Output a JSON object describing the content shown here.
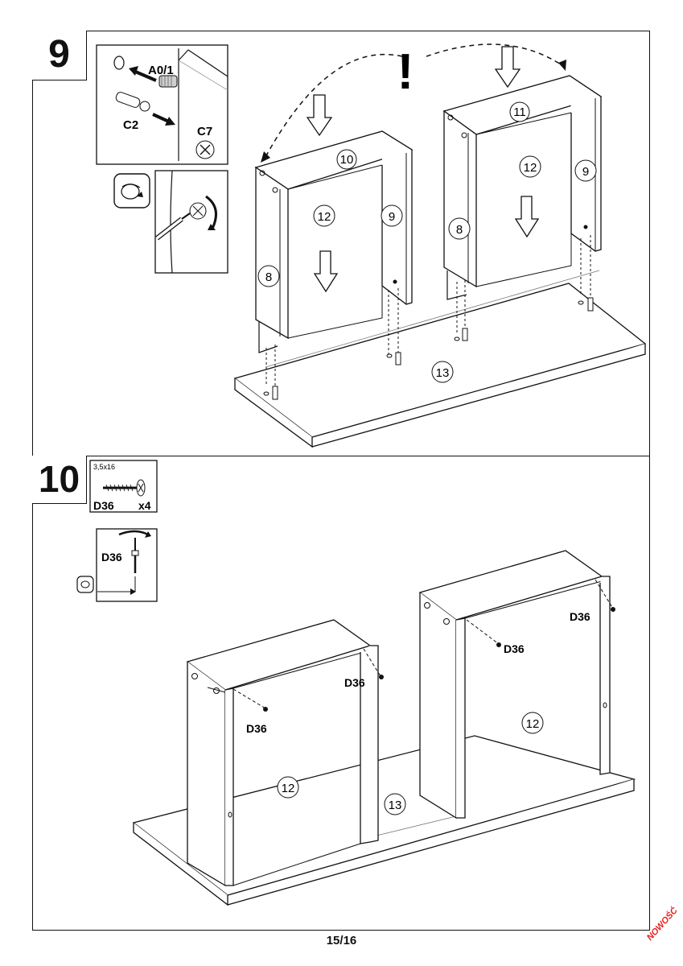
{
  "page": {
    "number": "15/16",
    "badge": "NOWOŚĆ"
  },
  "step9": {
    "number": "9",
    "callouts": {
      "a01": "A0/1",
      "c2": "C2",
      "c7": "C7"
    },
    "alert": "!",
    "parts": {
      "p10": "10",
      "p11": "11",
      "p12a": "12",
      "p12b": "12",
      "p8a": "8",
      "p8b": "8",
      "p9a": "9",
      "p9b": "9",
      "p13": "13"
    }
  },
  "step10": {
    "number": "10",
    "screw": {
      "size": "3,5x16",
      "code": "D36",
      "qty": "x4"
    },
    "detail_code": "D36",
    "labels": {
      "d1": "D36",
      "d2": "D36",
      "d3": "D36",
      "d4": "D36"
    },
    "parts": {
      "p12a": "12",
      "p12b": "12",
      "p13": "13"
    }
  }
}
